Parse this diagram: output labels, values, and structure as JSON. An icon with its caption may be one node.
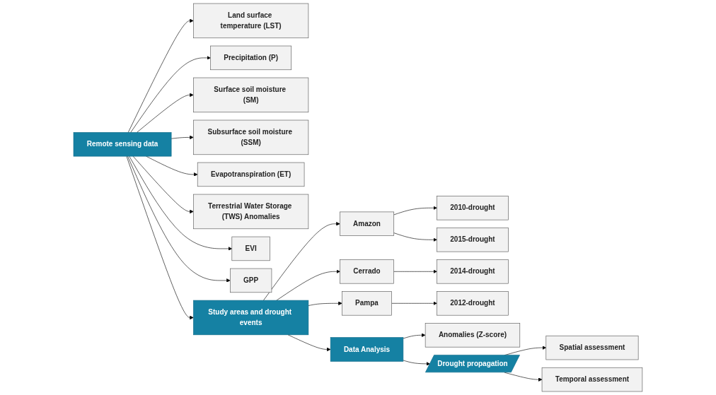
{
  "diagram": {
    "nodes": [
      {
        "text": [
          "Remote sensing data"
        ]
      },
      {
        "text": [
          "Study areas and drought events"
        ]
      },
      {
        "text": [
          "Land surface temperature (LST)"
        ]
      },
      {
        "text": [
          "Precipitation (P)"
        ]
      },
      {
        "text": [
          "Surface soil moisture (SM)"
        ]
      },
      {
        "text": [
          "Subsurface soil moisture (SSM)"
        ]
      },
      {
        "text": [
          "Evapotranspiration (ET)"
        ]
      },
      {
        "text": [
          "Terrestrial Water Storage (TWS) Anomalies"
        ]
      },
      {
        "text": [
          "EVI"
        ]
      },
      {
        "text": [
          "GPP"
        ]
      },
      {
        "text": [
          "Amazon"
        ]
      },
      {
        "text": [
          "Cerrado"
        ]
      },
      {
        "text": [
          "Pampa"
        ]
      },
      {
        "text": [
          "2010-drought"
        ]
      },
      {
        "text": [
          "2015-drought"
        ]
      },
      {
        "text": [
          "2014-drought"
        ]
      },
      {
        "text": [
          "2012-drought"
        ]
      },
      {
        "text": [
          "Data Analysis"
        ]
      },
      {
        "text": [
          "Anomalies (Z-score)"
        ]
      },
      {
        "text": [
          "Drought propagation"
        ]
      },
      {
        "text": [
          "Spatial assessment"
        ]
      },
      {
        "text": [
          "Temporal assessment"
        ]
      }
    ],
    "edges": [
      {
        "from": 0,
        "to": 1,
        "arrow": "to"
      },
      {
        "from": 0,
        "to": 2,
        "arrow": "to"
      },
      {
        "from": 0,
        "to": 3,
        "arrow": "to"
      },
      {
        "from": 0,
        "to": 4,
        "arrow": "to"
      },
      {
        "from": 0,
        "to": 5,
        "arrow": "to"
      },
      {
        "from": 0,
        "to": 6,
        "arrow": "to"
      },
      {
        "from": 0,
        "to": 7,
        "arrow": "to"
      },
      {
        "from": 0,
        "to": 8,
        "arrow": "to"
      },
      {
        "from": 0,
        "to": 9,
        "arrow": "to"
      },
      {
        "from": 1,
        "to": 10,
        "arrow": "to"
      },
      {
        "from": 1,
        "to": 11,
        "arrow": "to"
      },
      {
        "from": 1,
        "to": 12,
        "arrow": "to"
      },
      {
        "from": 10,
        "to": 13,
        "arrow": "to"
      },
      {
        "from": 10,
        "to": 14,
        "arrow": "to"
      },
      {
        "from": 11,
        "to": 15,
        "arrow": "to"
      },
      {
        "from": 12,
        "to": 16,
        "arrow": "to"
      },
      {
        "from": 1,
        "to": 17,
        "arrow": "to"
      },
      {
        "from": 17,
        "to": 18,
        "arrow": "to"
      },
      {
        "from": 17,
        "to": 19,
        "arrow": "to"
      },
      {
        "from": 19,
        "to": 20,
        "arrow": "to"
      },
      {
        "from": 19,
        "to": 21,
        "arrow": "to"
      }
    ]
  }
}
